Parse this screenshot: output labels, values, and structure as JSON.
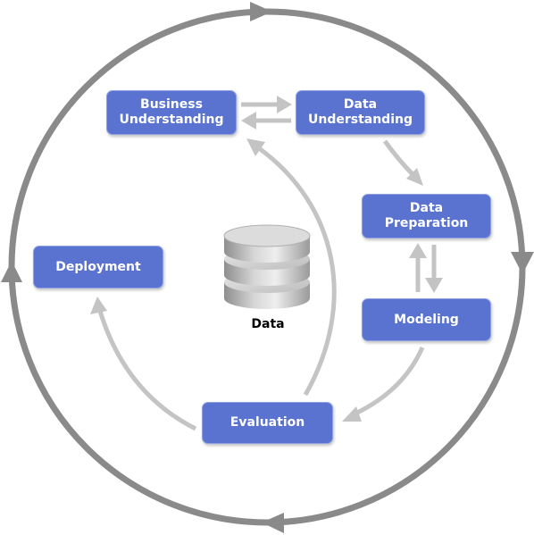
{
  "phases": {
    "business_understanding": "Business\nUnderstanding",
    "data_understanding": "Data\nUnderstanding",
    "data_preparation": "Data\nPreparation",
    "modeling": "Modeling",
    "evaluation": "Evaluation",
    "deployment": "Deployment"
  },
  "center": {
    "label": "Data",
    "icon": "database-icon"
  },
  "colors": {
    "box_fill": "#5b73d0",
    "box_border": "#8fa2e2",
    "outer_cycle": "#8a8a8a",
    "inner_arrows": "#c4c4c4"
  }
}
